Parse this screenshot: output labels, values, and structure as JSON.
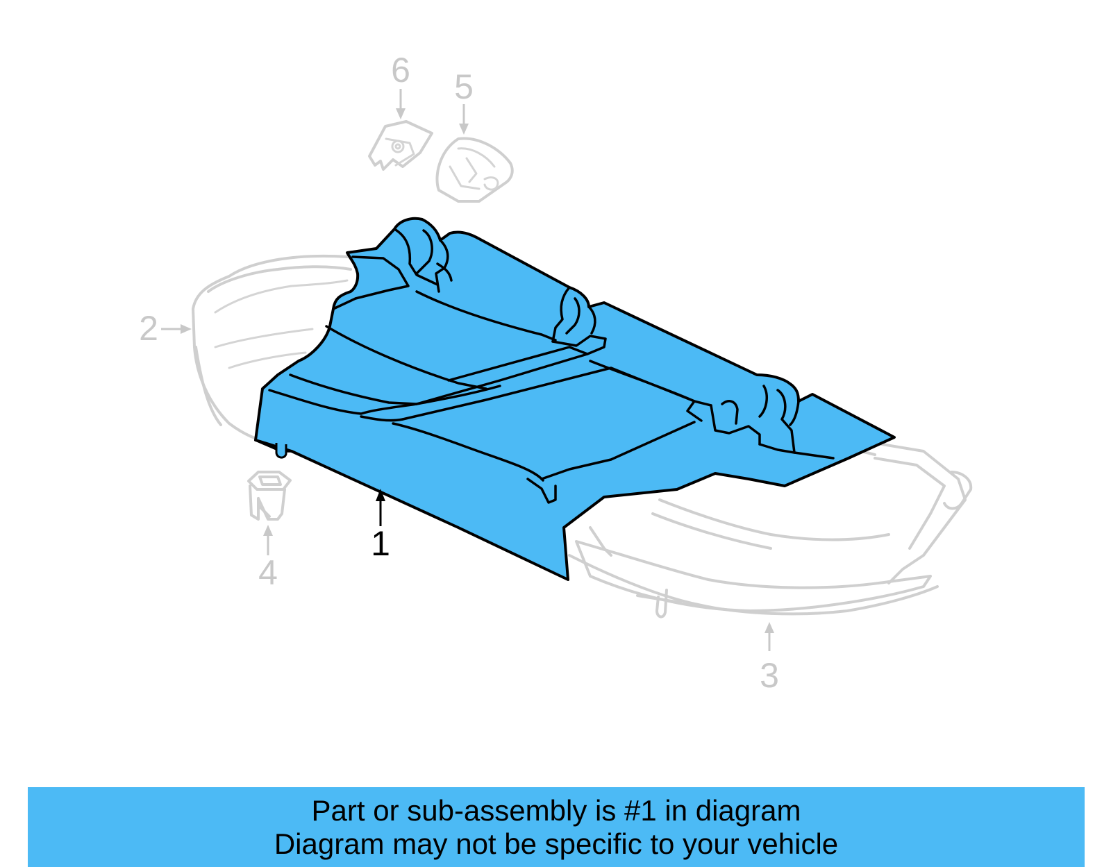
{
  "colors": {
    "highlight": "#4cbaf5",
    "ghost_line": "#cfcfcf",
    "ink": "#000000",
    "background": "#ffffff"
  },
  "callouts": [
    {
      "id": "1",
      "label": "1",
      "state": "selected"
    },
    {
      "id": "2",
      "label": "2",
      "state": "related"
    },
    {
      "id": "3",
      "label": "3",
      "state": "related"
    },
    {
      "id": "4",
      "label": "4",
      "state": "related"
    },
    {
      "id": "5",
      "label": "5",
      "state": "related"
    },
    {
      "id": "6",
      "label": "6",
      "state": "related"
    }
  ],
  "banner": {
    "line1": "Part or sub-assembly is #1 in diagram",
    "line2": "Diagram may not be specific to your vehicle"
  }
}
